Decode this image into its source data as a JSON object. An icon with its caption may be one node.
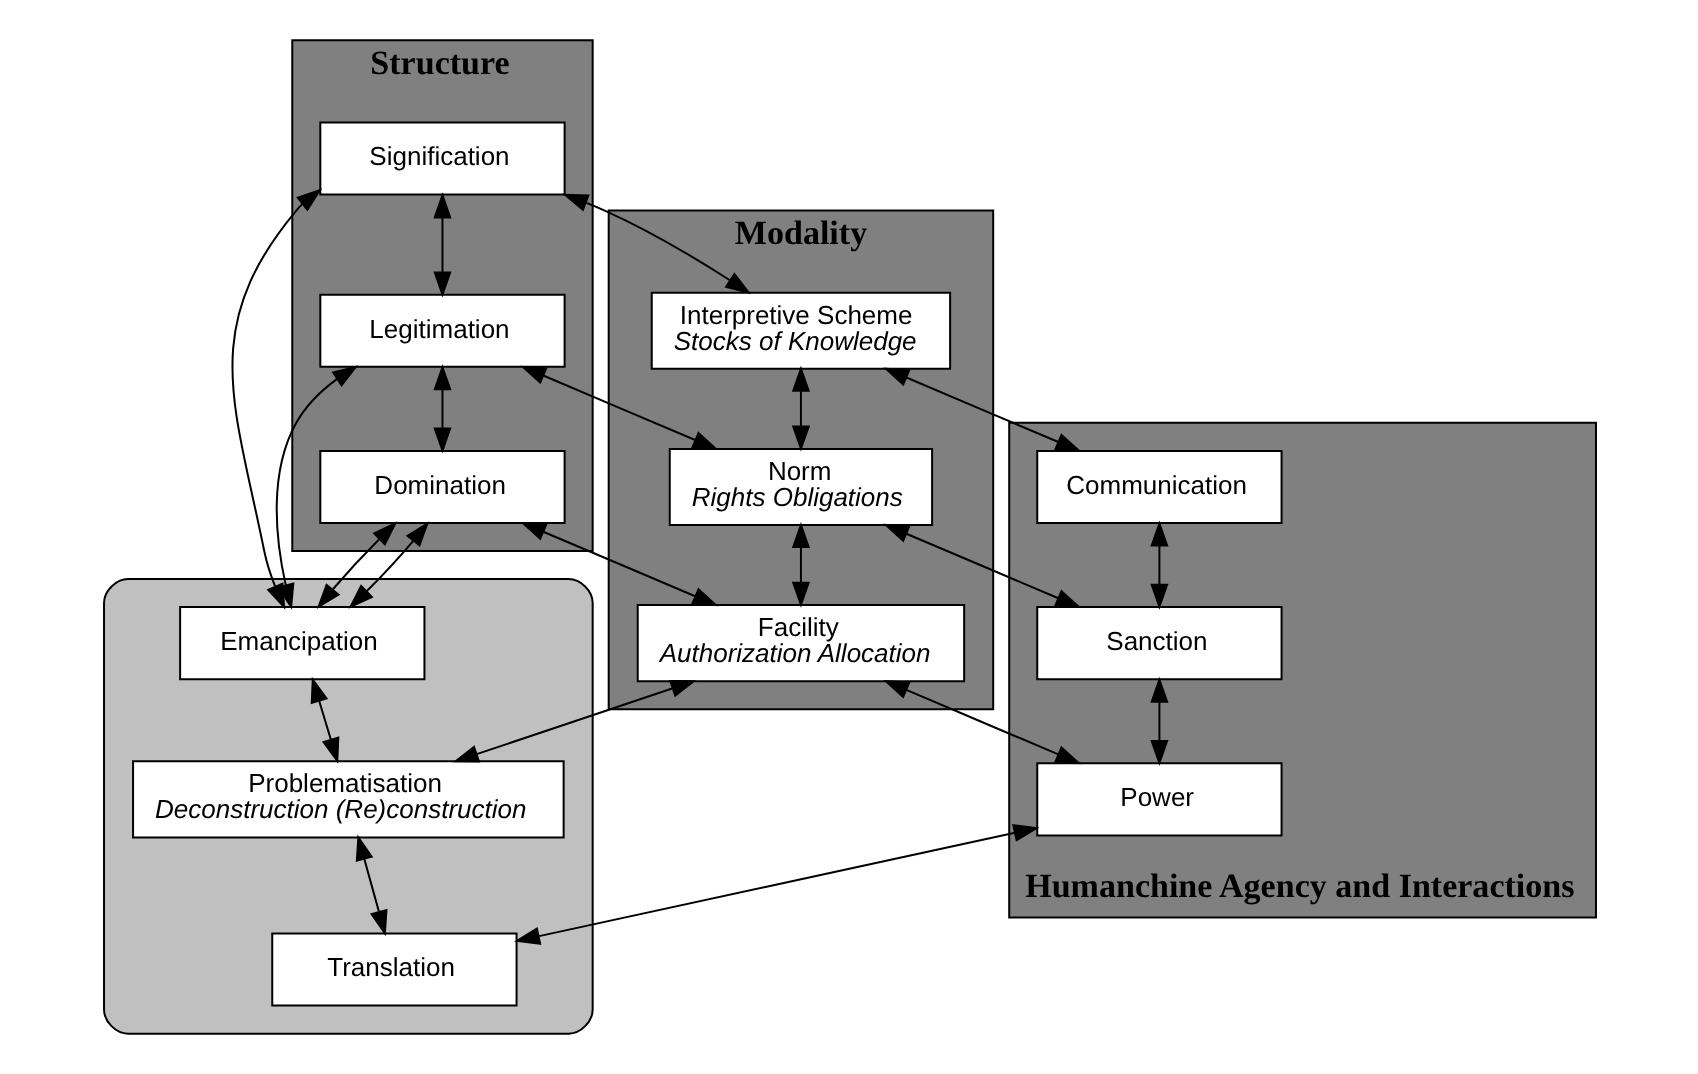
{
  "diagram": {
    "nodes": [
      {
        "text": [
          "Structure"
        ]
      },
      {
        "text": [
          "Signification"
        ],
        "in": 0
      },
      {
        "text": [
          "Legitimation"
        ],
        "in": 0
      },
      {
        "text": [
          "Domination"
        ],
        "in": 0
      },
      {
        "text": [
          "Modality"
        ]
      },
      {
        "text": [
          "Interpretive Scheme",
          "Stocks of Knowledge"
        ],
        "in": 4
      },
      {
        "text": [
          "Norm",
          "Rights Obligations"
        ],
        "in": 4
      },
      {
        "text": [
          "Facility",
          "Authorization Allocation"
        ],
        "in": 4
      },
      {
        "text": [
          "Humanchine Agency and Interactions"
        ]
      },
      {
        "text": [
          "Communication"
        ],
        "in": 8
      },
      {
        "text": [
          "Sanction"
        ],
        "in": 8
      },
      {
        "text": [
          "Power"
        ],
        "in": 8
      },
      {
        "text": [],
        "shape": "box"
      },
      {
        "text": [
          "Emancipation"
        ],
        "in": 12
      },
      {
        "text": [
          "Problematisation",
          "Deconstruction (Re)construction"
        ],
        "in": 12
      },
      {
        "text": [
          "Translation"
        ],
        "in": 12
      }
    ],
    "edges": [
      {
        "from": 1,
        "to": 2,
        "arrow": "both"
      },
      {
        "from": 2,
        "to": 3,
        "arrow": "both"
      },
      {
        "from": 3,
        "to": 13,
        "arrow": "both"
      },
      {
        "from": 13,
        "to": 1,
        "arrow": "both"
      },
      {
        "from": 13,
        "to": 2,
        "arrow": "both"
      },
      {
        "from": 13,
        "to": 3,
        "arrow": "both"
      },
      {
        "from": 1,
        "to": 5,
        "arrow": "both"
      },
      {
        "from": 2,
        "to": 6,
        "arrow": "both"
      },
      {
        "from": 3,
        "to": 7,
        "arrow": "both"
      },
      {
        "from": 13,
        "to": 14,
        "arrow": "both"
      },
      {
        "from": 5,
        "to": 6,
        "arrow": "both"
      },
      {
        "from": 6,
        "to": 7,
        "arrow": "both"
      },
      {
        "from": 7,
        "to": 14,
        "arrow": "both"
      },
      {
        "from": 5,
        "to": 9,
        "arrow": "both"
      },
      {
        "from": 6,
        "to": 10,
        "arrow": "both"
      },
      {
        "from": 7,
        "to": 11,
        "arrow": "both"
      },
      {
        "from": 14,
        "to": 15,
        "arrow": "both"
      },
      {
        "from": 9,
        "to": 10,
        "arrow": "both"
      },
      {
        "from": 10,
        "to": 11,
        "arrow": "both"
      },
      {
        "from": 11,
        "to": 15,
        "arrow": "both"
      }
    ]
  }
}
